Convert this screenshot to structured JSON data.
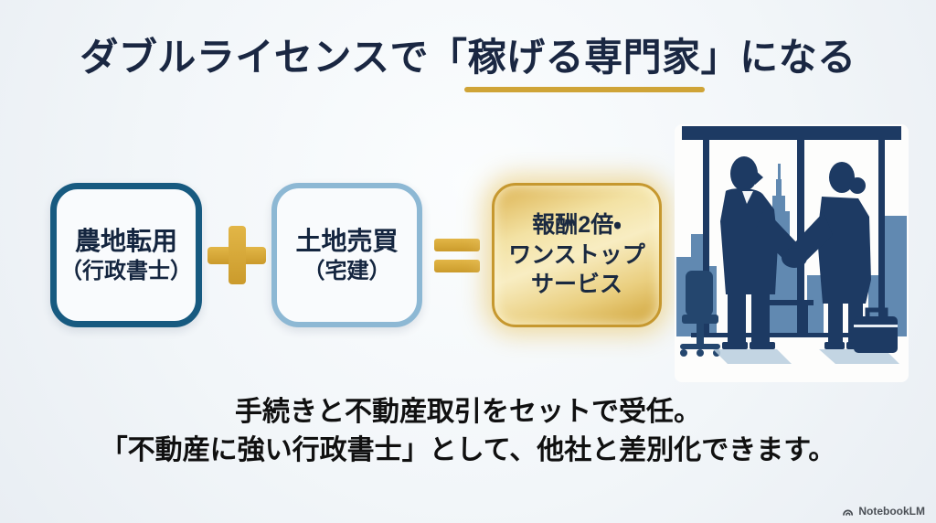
{
  "title": {
    "prefix": "ダブルライセンスで",
    "bracket_open": "「",
    "highlighted": "稼げる専門家",
    "bracket_close": "」",
    "suffix": "になる"
  },
  "formula": {
    "plus_symbol": "+",
    "equals_symbol": "=",
    "box1": {
      "line1": "農地転用",
      "line2": "（行政書士）"
    },
    "box2": {
      "line1": "土地売買",
      "line2": "（宅建）"
    },
    "result": {
      "line1": "報酬2倍・",
      "line2": "ワンストップ",
      "line3": "サービス"
    }
  },
  "footer": {
    "line1": "手続きと不動産取引をセットで受任。",
    "line2": "「不動産に強い行政書士」として、他社と差別化できます。"
  },
  "branding": {
    "logo_text": "NotebookLM"
  },
  "colors": {
    "title_text": "#1a2742",
    "underline_gold": "#cfa437",
    "box1_border": "#175a80",
    "box2_border": "#8db8d4",
    "gold_box_border": "#c6982f",
    "gold_box_fill": "#eacf80",
    "operator_gold": "#d7a52f",
    "footer_text": "#101010",
    "background": "#f2f6f9",
    "illustration_navy": "#1d3a63",
    "illustration_skyline": "#6189b1"
  }
}
